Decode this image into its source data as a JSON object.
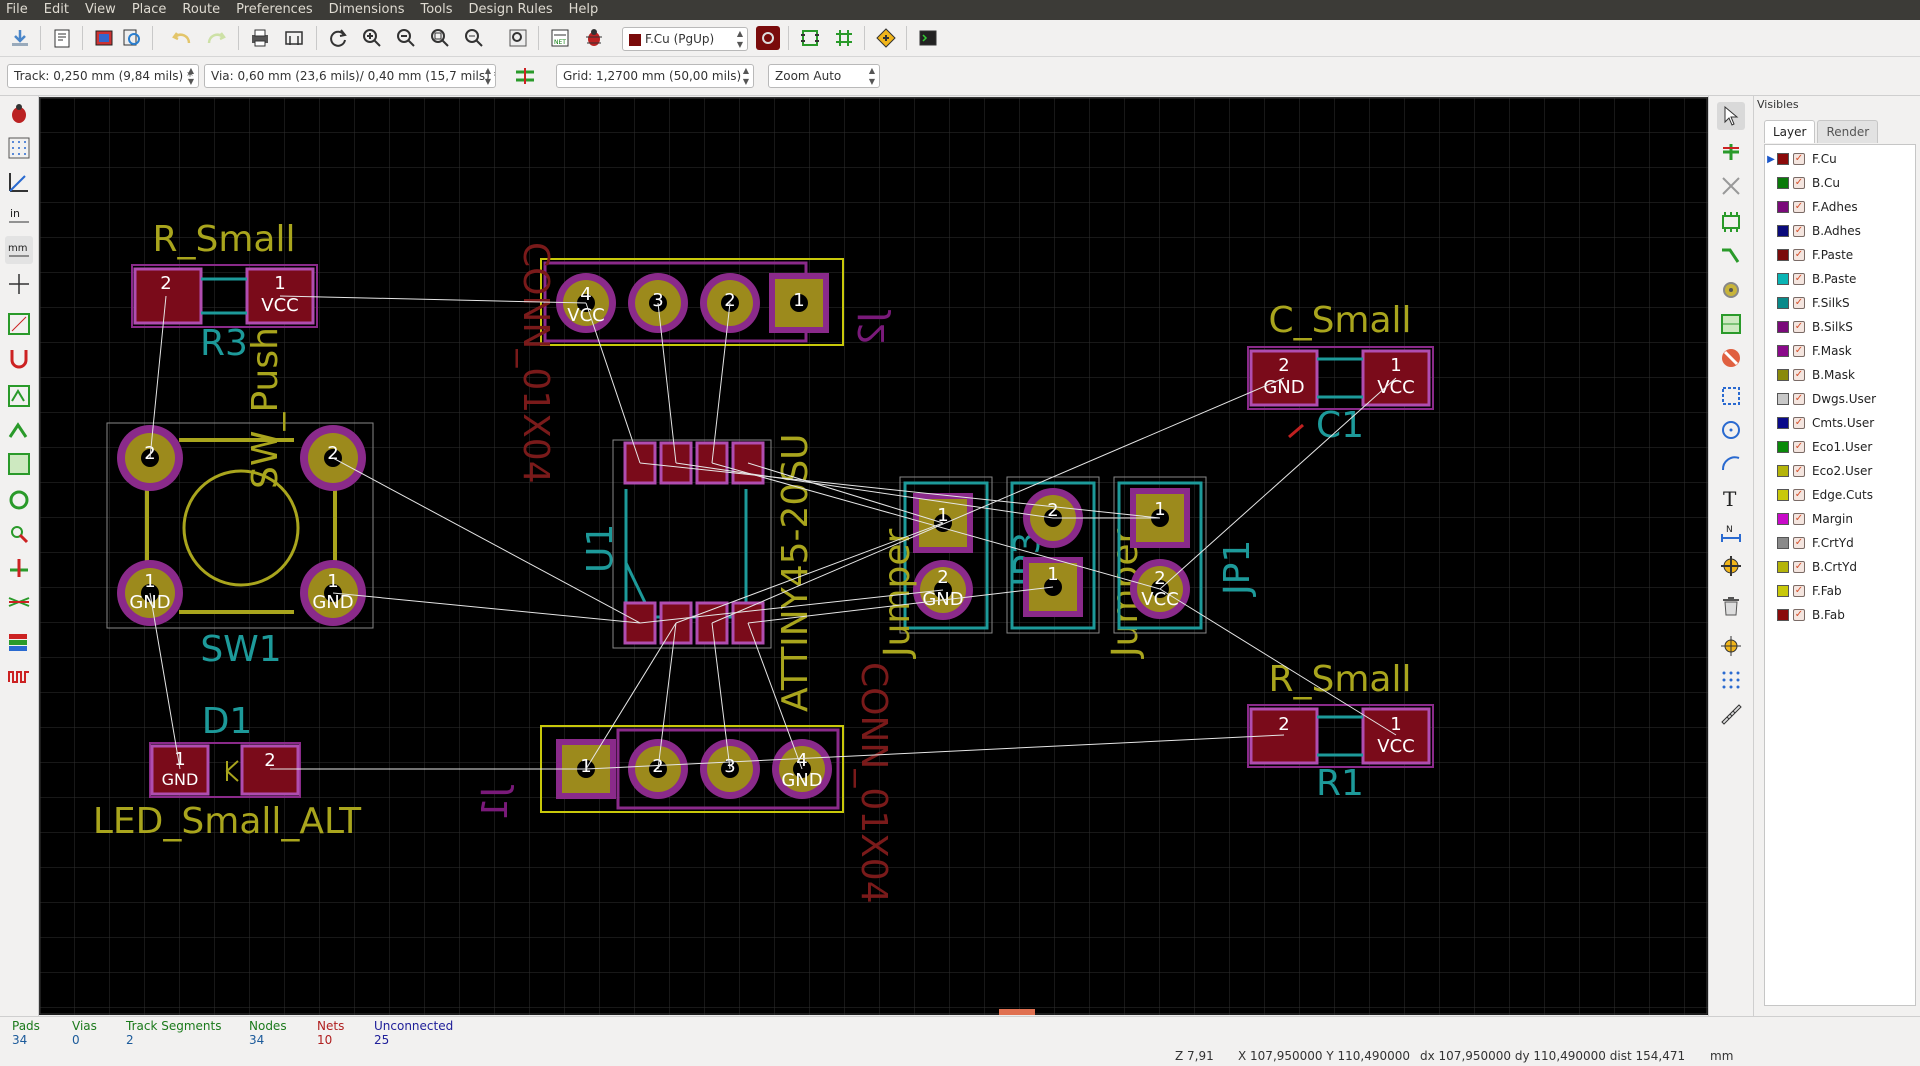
{
  "menu": [
    "File",
    "Edit",
    "View",
    "Place",
    "Route",
    "Preferences",
    "Dimensions",
    "Tools",
    "Design Rules",
    "Help"
  ],
  "toolbar": {
    "active_layer": "F.Cu (PgUp)",
    "active_layer_color": "#7a0b0b"
  },
  "options": {
    "track": "Track: 0,250 mm (9,84 mils) *",
    "via": "Via: 0,60 mm (23,6 mils)/ 0,40 mm (15,7 mils) *",
    "grid": "Grid: 1,2700 mm (50,00 mils)",
    "zoom": "Zoom Auto"
  },
  "board": {
    "colors": {
      "pad_outline": "#8a2a8a",
      "pad_smd": "#7a0b1a",
      "pad_tht": "#9c8a1c",
      "silk_f": "#a9a51d",
      "silk_fab": "#1d9a9a",
      "ref_b": "#7a1a1a",
      "ratsnest": "#e6e6e6"
    },
    "labels": {
      "r_small_top": "R_Small",
      "r3": "R3",
      "sw_push": "SW_Push",
      "sw1": "SW1",
      "d1": "D1",
      "led": "LED_Small_ALT",
      "conn_top": "CONN_01X04",
      "j2": "J2",
      "u1": "U1",
      "attiny": "ATTINY45-20SU",
      "conn_bot": "CONN_01X04",
      "j1": "J1",
      "jumper1": "Jumper",
      "jumper2": "Jumper",
      "jp1": "JP1",
      "jp3": "JP3",
      "c_small": "C_Small",
      "c1": "C1",
      "r_small_bot": "R_Small",
      "r1": "R1"
    },
    "pads": {
      "vcc": "VCC",
      "gnd": "GND",
      "n1": "1",
      "n2": "2",
      "n3": "3",
      "n4": "4"
    }
  },
  "layers": [
    {
      "name": "F.Cu",
      "color": "#8b0a0a",
      "active": true
    },
    {
      "name": "B.Cu",
      "color": "#0a7a0a"
    },
    {
      "name": "F.Adhes",
      "color": "#7a0a7a"
    },
    {
      "name": "B.Adhes",
      "color": "#0a0a7a"
    },
    {
      "name": "F.Paste",
      "color": "#7a0a0a"
    },
    {
      "name": "B.Paste",
      "color": "#0ab4b4"
    },
    {
      "name": "F.SilkS",
      "color": "#0a8a8a"
    },
    {
      "name": "B.SilkS",
      "color": "#7a0a7a"
    },
    {
      "name": "F.Mask",
      "color": "#8a0a8a"
    },
    {
      "name": "B.Mask",
      "color": "#8a8a0a"
    },
    {
      "name": "Dwgs.User",
      "color": "#c8c8c8"
    },
    {
      "name": "Cmts.User",
      "color": "#0a0a8a"
    },
    {
      "name": "Eco1.User",
      "color": "#0a8a0a"
    },
    {
      "name": "Eco2.User",
      "color": "#b4b40a"
    },
    {
      "name": "Edge.Cuts",
      "color": "#c8c80a"
    },
    {
      "name": "Margin",
      "color": "#c80ac8"
    },
    {
      "name": "F.CrtYd",
      "color": "#8a8a8a"
    },
    {
      "name": "B.CrtYd",
      "color": "#b4b40a"
    },
    {
      "name": "F.Fab",
      "color": "#c8c80a"
    },
    {
      "name": "B.Fab",
      "color": "#8a0a0a"
    }
  ],
  "manager": {
    "title": "Visibles",
    "tab_layer": "Layer",
    "tab_render": "Render"
  },
  "status": {
    "pads_label": "Pads",
    "pads": "34",
    "vias_label": "Vias",
    "vias": "0",
    "tracks_label": "Track Segments",
    "tracks": "2",
    "nodes_label": "Nodes",
    "nodes": "34",
    "nets_label": "Nets",
    "nets": "10",
    "unconn_label": "Unconnected",
    "unconn": "25",
    "zoom": "Z 7,91",
    "abs": "X 107,950000  Y 110,490000",
    "rel": "dx 107,950000  dy 110,490000  dist 154,471",
    "units": "mm"
  }
}
